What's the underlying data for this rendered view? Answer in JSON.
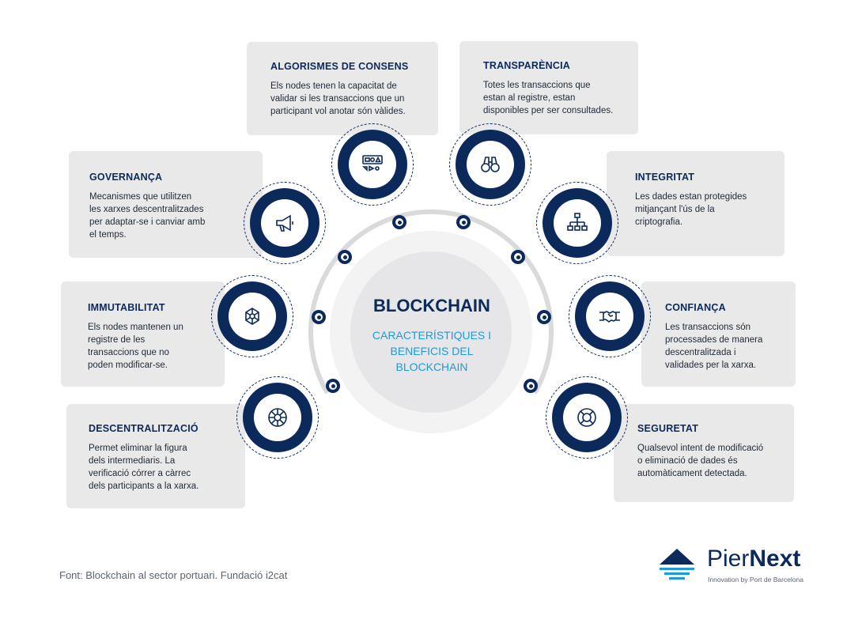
{
  "center": {
    "title": "BLOCKCHAIN",
    "subtitle": "CARACTERÍSTIQUES I\nBENEFICIS DEL\nBLOCKCHAIN"
  },
  "cards": {
    "algorismes": {
      "title": "ALGORISMES DE CONSENS",
      "text": "Els nodes tenen la capacitat de\nvalidar si les transaccions que un\nparticipant vol anotar són vàlides."
    },
    "transparencia": {
      "title": "TRANSPARÈNCIA",
      "text": "Totes les transaccions que\nestan al registre, estan\ndisponibles per ser consultades."
    },
    "governanca": {
      "title": "GOVERNANÇA",
      "text": "Mecanismes que utilitzen\nles xarxes descentralitzades\nper adaptar-se i canviar amb\nel temps."
    },
    "integritat": {
      "title": "INTEGRITAT",
      "text": "Les dades estan protegides\nmitjançant l'ús de la\ncriptografia."
    },
    "immutabilitat": {
      "title": "IMMUTABILITAT",
      "text": "Els nodes mantenen un\nregistre de les\ntransaccions que no\npoden modificar-se."
    },
    "confianca": {
      "title": "CONFIANÇA",
      "text": "Les transaccions són\nprocessades de manera\ndescentralitzada i\nvalidades per la xarxa."
    },
    "descentralitzacio": {
      "title": "DESCENTRALITZACIÓ",
      "text": "Permet eliminar la figura\ndels intermediaris. La\nverificació córrer a càrrec\ndels  participants a la xarxa."
    },
    "seguretat": {
      "title": "SEGURETAT",
      "text": "Qualsevol intent de modificació\no eliminació de dades és\nautomàticament detectada."
    }
  },
  "source": "Font: Blockchain al sector portuari. Fundació i2cat",
  "logo": {
    "brand_light": "Pier",
    "brand_bold": "Next",
    "tagline": "Innovation by Port de Barcelona"
  },
  "colors": {
    "navy": "#0b2a5b",
    "accent_blue": "#1e9ad6",
    "card_bg": "#e9e9ea"
  },
  "icons": {
    "algorismes": "shapes-icon",
    "transparencia": "binoculars-icon",
    "governanca": "megaphone-icon",
    "integritat": "hierarchy-icon",
    "immutabilitat": "network-hexagon-icon",
    "confianca": "handshake-icon",
    "descentralitzacio": "distributed-circle-icon",
    "seguretat": "lifebuoy-icon"
  }
}
